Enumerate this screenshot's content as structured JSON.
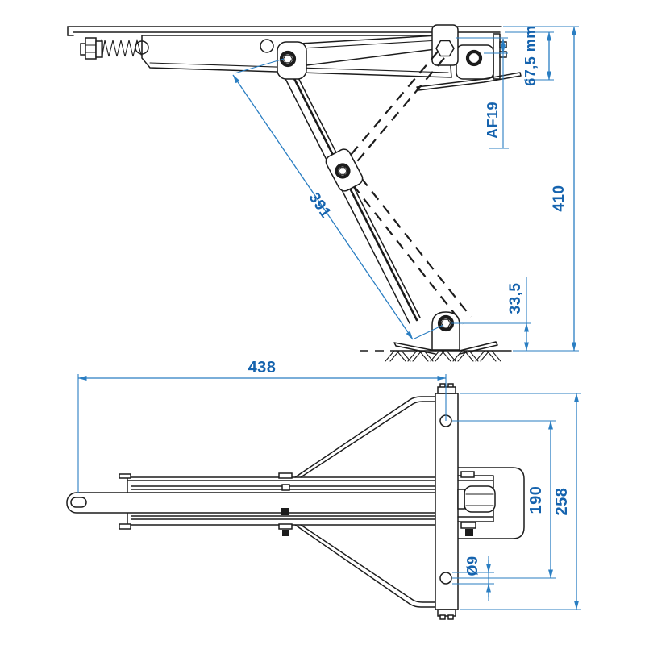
{
  "colors": {
    "dimension_line": "#2a7ec2",
    "dimension_text": "#1563ae",
    "drawing_line": "#1c1c1c",
    "background": "#ffffff"
  },
  "side_view": {
    "arm_length": "391",
    "hex_wrench_size": "AF19",
    "mount_to_flap_height": "67,5 mm",
    "overall_height": "410",
    "pivot_to_ground": "33,5"
  },
  "plan_view": {
    "overall_length": "438",
    "mount_hole_spacing": "190",
    "bracket_length": "258",
    "mount_hole_diameter": "Ø9"
  }
}
